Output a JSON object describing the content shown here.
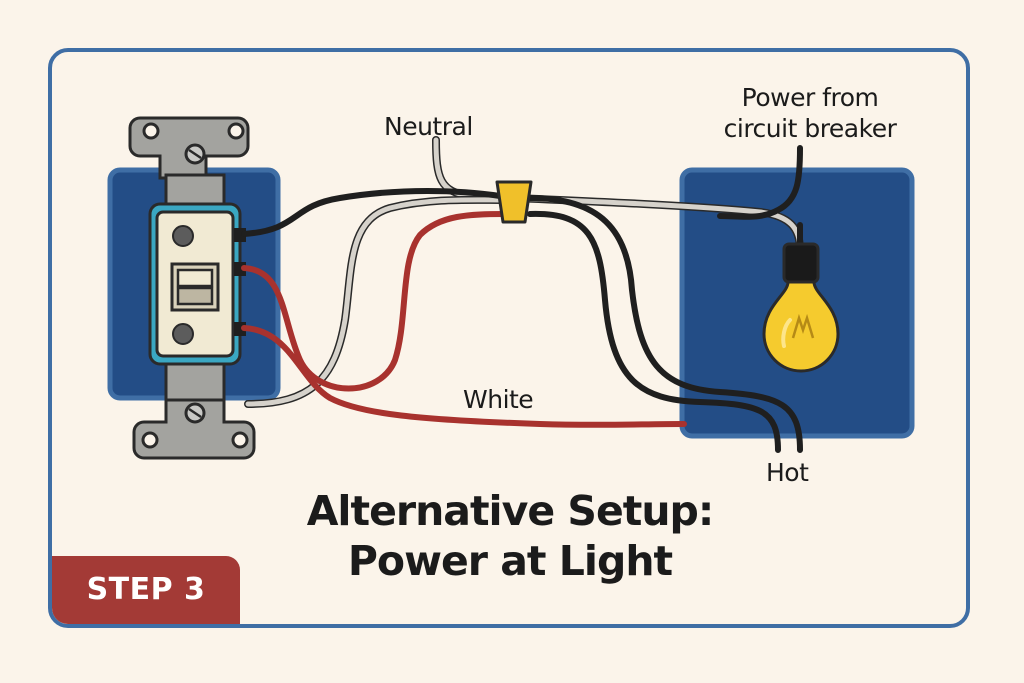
{
  "labels": {
    "neutral": "Neutral",
    "power_line1": "Power from",
    "power_line2": "circuit breaker",
    "white": "White",
    "hot": "Hot"
  },
  "title": {
    "line1": "Alternative Setup:",
    "line2": "Power at Light"
  },
  "step_badge": "STEP 3",
  "colors": {
    "frame": "#3f6ea5",
    "box": "#234d86",
    "wire_black": "#1f1f1f",
    "wire_red": "#a8322e",
    "wire_white": "#d6d2cb",
    "wire_nut": "#f0c02a",
    "bulb": "#f5cb2e",
    "badge": "#a33a36"
  },
  "icons": [
    "light-switch-icon",
    "light-bulb-icon",
    "wire-nut-icon",
    "screw-icon"
  ]
}
